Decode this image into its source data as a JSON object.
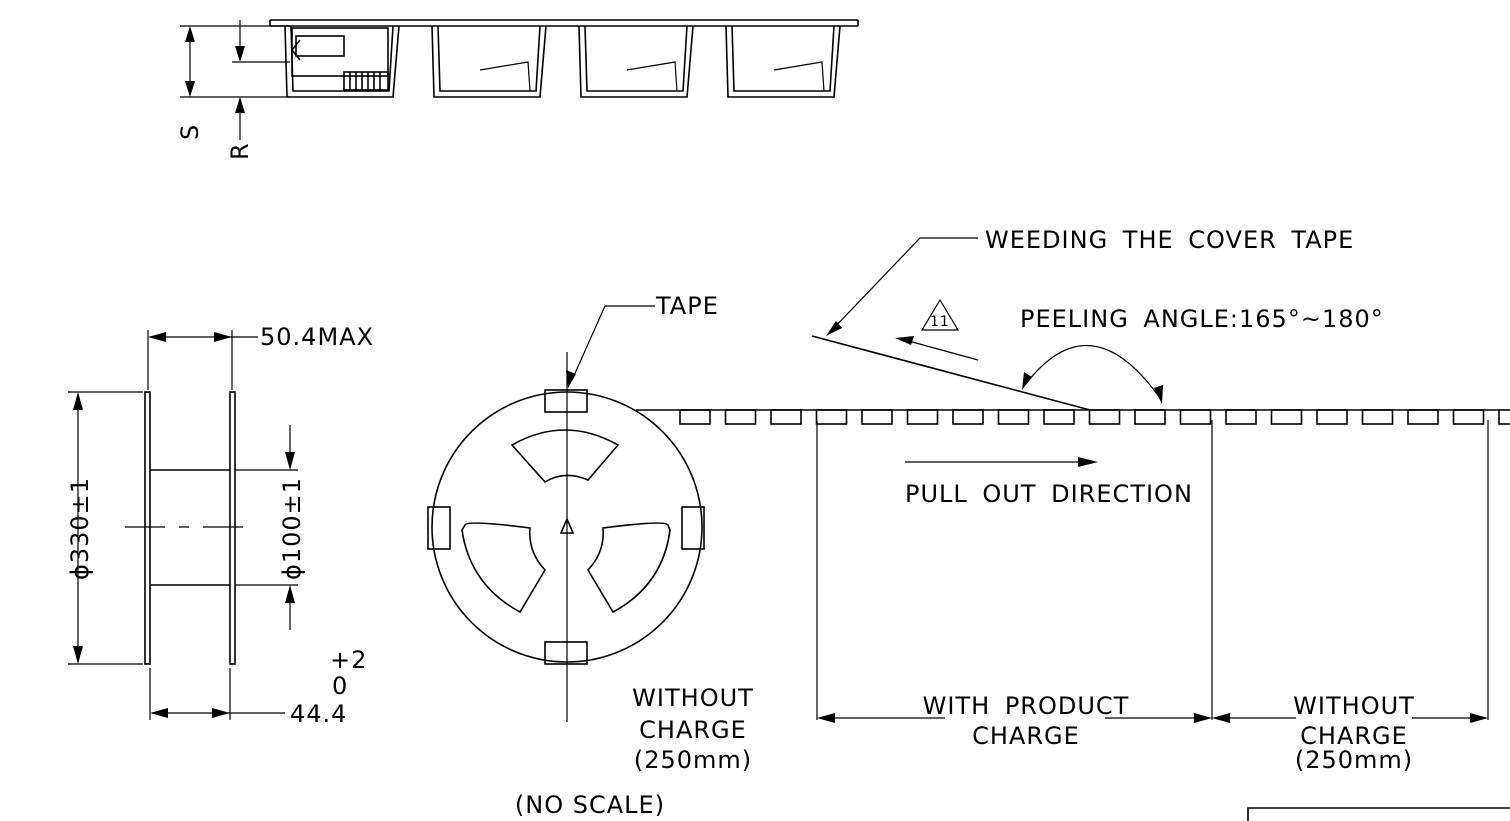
{
  "tape_section": {
    "dimension_labels": {
      "s": "S",
      "r": "R"
    }
  },
  "reel": {
    "outer_diameter": "ϕ330±1",
    "hub_diameter": "ϕ100±1",
    "flange_width": "50.4MAX",
    "inner_width": "44.4",
    "tolerance_upper": "+2",
    "tolerance_lower": "0"
  },
  "labels": {
    "tape": "TAPE",
    "weeding": "WEEDING THE COVER TAPE",
    "revision": "11",
    "peeling_angle": "PEELING ANGLE:165°~180°",
    "pull_out": "PULL OUT DIRECTION",
    "without_charge_left": [
      "WITHOUT",
      "CHARGE",
      "(250mm)"
    ],
    "with_product": [
      "WITH PRODUCT",
      "CHARGE"
    ],
    "without_charge_right": [
      "WITHOUT",
      "CHARGE",
      "(250mm)"
    ],
    "no_scale": "(NO SCALE)"
  }
}
